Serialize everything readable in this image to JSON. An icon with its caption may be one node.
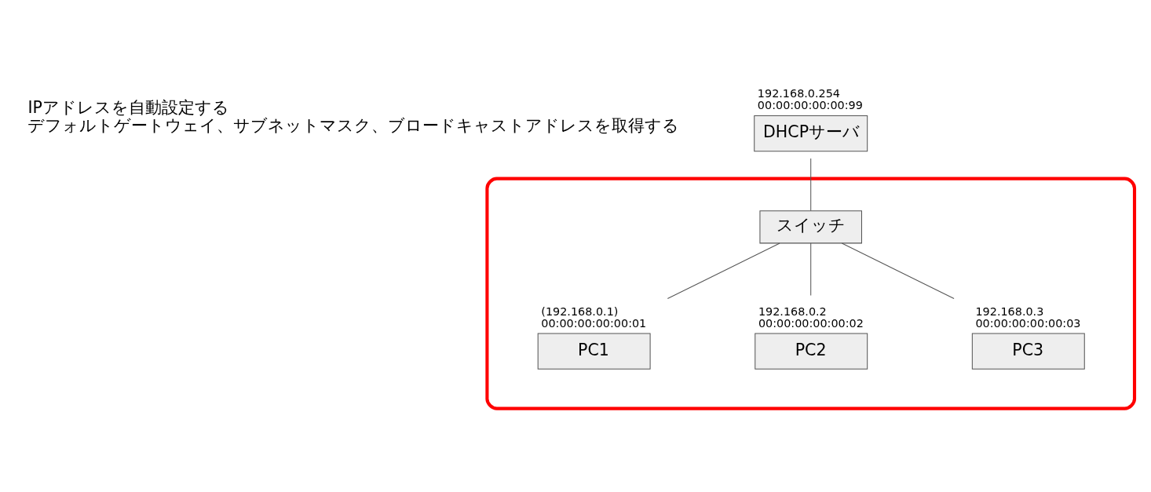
{
  "diagram": {
    "nodes": [
      {
        "text": [
          "DHCPサーバ"
        ],
        "beside": [
          "192.168.0.254",
          "00:00:00:00:00:99"
        ]
      },
      {
        "text": [],
        "shape": "ellipse"
      },
      {
        "text": [
          "スイッチ"
        ],
        "in": 1
      },
      {
        "text": [
          "PC1"
        ],
        "in": 1,
        "beside": [
          "(192.168.0.1)",
          "00:00:00:00:00:01"
        ]
      },
      {
        "text": [
          "PC2"
        ],
        "in": 1,
        "beside": [
          "192.168.0.2",
          "00:00:00:00:00:02"
        ]
      },
      {
        "text": [
          "PC3"
        ],
        "in": 1,
        "beside": [
          "192.168.0.3",
          "00:00:00:00:00:03"
        ]
      }
    ],
    "edges": [
      {
        "from": 0,
        "to": 2,
        "arrow": "none"
      },
      {
        "from": 2,
        "to": 3,
        "arrow": "none"
      },
      {
        "from": 2,
        "to": 4,
        "arrow": "none"
      },
      {
        "from": 2,
        "to": 5,
        "arrow": "none"
      }
    ],
    "labels": [
      "IPアドレスを自動設定する",
      "デフォルトゲートウェイ、サブネットマスク、ブロードキャストアドレスを取得する"
    ]
  }
}
